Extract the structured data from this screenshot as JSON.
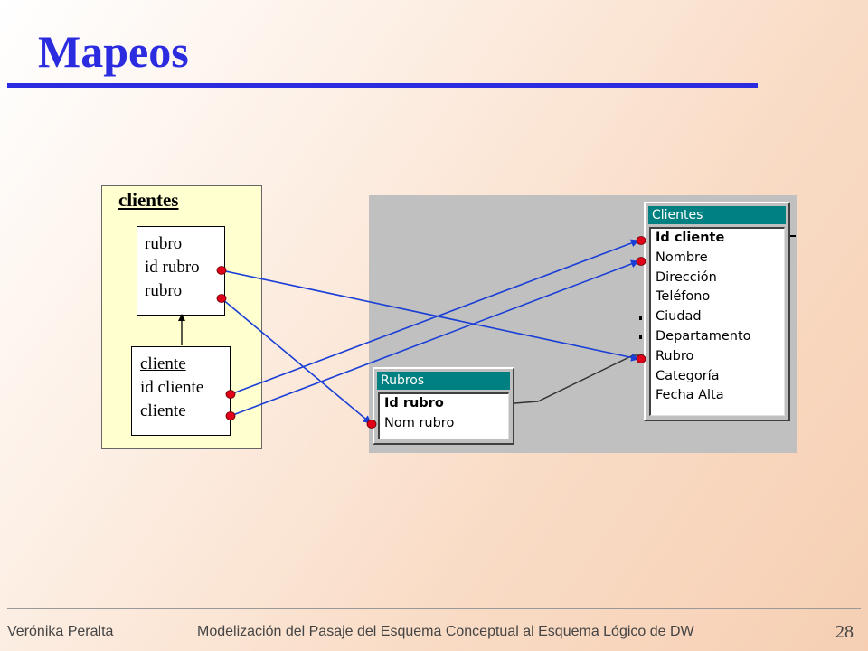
{
  "slide": {
    "title": "Mapeos"
  },
  "conceptual": {
    "title": "clientes",
    "rubro_entity": {
      "rows": [
        "rubro",
        "id rubro",
        "rubro"
      ]
    },
    "cliente_entity": {
      "rows": [
        "cliente",
        "id cliente",
        "cliente"
      ]
    }
  },
  "logical": {
    "clientes_table": {
      "title": "Clientes",
      "fields": [
        "Id cliente",
        "Nombre",
        "Dirección",
        "Teléfono",
        "Ciudad",
        "Departamento",
        "Rubro",
        "Categoría",
        "Fecha Alta"
      ]
    },
    "rubros_table": {
      "title": "Rubros",
      "fields": [
        "Id rubro",
        "Nom rubro"
      ]
    }
  },
  "colors": {
    "title": "#2b2be0",
    "arrow": "#1a3fd6",
    "endpoint": "#e0001a",
    "table_header": "#008080"
  },
  "footer": {
    "author": "Verónika Peralta",
    "course": "Modelización del Pasaje del Esquema Conceptual al Esquema Lógico de DW",
    "page": "28"
  }
}
